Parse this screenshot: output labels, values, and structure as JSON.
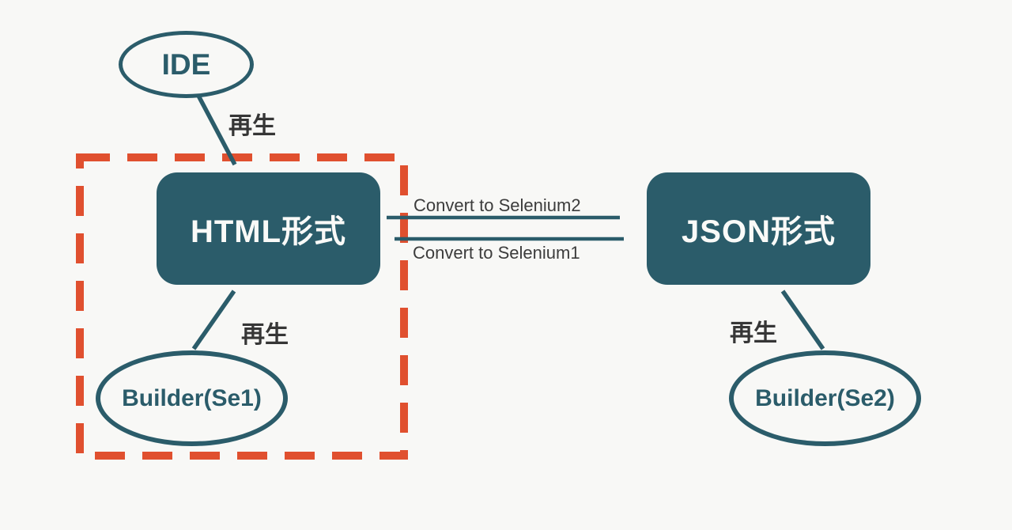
{
  "diagram": {
    "nodes": {
      "ide": {
        "label": "IDE"
      },
      "html_format": {
        "label": "HTML形式"
      },
      "json_format": {
        "label": "JSON形式"
      },
      "builder_se1": {
        "label": "Builder(Se1)"
      },
      "builder_se2": {
        "label": "Builder(Se2)"
      }
    },
    "edges": {
      "ide_to_html": {
        "label": "再生"
      },
      "builder1_to_html": {
        "label": "再生"
      },
      "builder2_to_json": {
        "label": "再生"
      },
      "html_to_json": {
        "label": "Convert to Selenium2"
      },
      "json_to_html": {
        "label": "Convert to Selenium1"
      }
    },
    "colors": {
      "teal": "#2b5c6a",
      "orange_dashed_border": "#e0502f",
      "background": "#f8f8f6",
      "label_text": "#3c3c3c",
      "node_text_light": "#fafaf8"
    }
  }
}
